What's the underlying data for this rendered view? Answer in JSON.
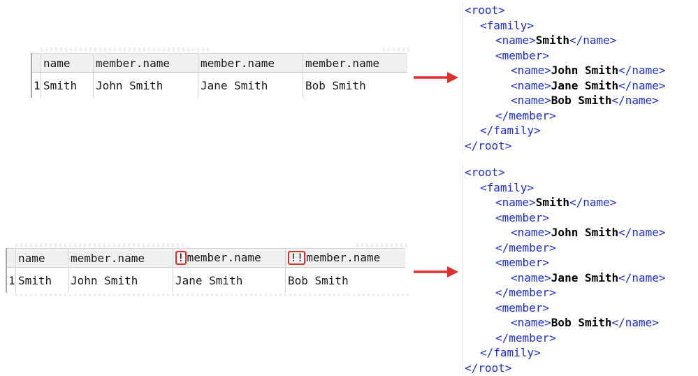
{
  "table1": {
    "headers": [
      "name",
      "member.name",
      "member.name",
      "member.name"
    ],
    "row_number": "1",
    "cells": [
      "Smith",
      "John Smith",
      "Jane Smith",
      "Bob Smith"
    ]
  },
  "table2": {
    "headers": [
      "name",
      "member.name",
      "member.name",
      "member.name"
    ],
    "header_markers": [
      "",
      "",
      "!",
      "!!"
    ],
    "row_number": "1",
    "cells": [
      "Smith",
      "John Smith",
      "Jane Smith",
      "Bob Smith"
    ]
  },
  "colors": {
    "arrow": "#d9322e",
    "tag": "#1e2fd6",
    "marker_box": "#d9322e"
  },
  "xml1": [
    {
      "indent": 0,
      "open": "<root>",
      "value": "",
      "close": ""
    },
    {
      "indent": 1,
      "open": "<family>",
      "value": "",
      "close": ""
    },
    {
      "indent": 2,
      "open": "<name>",
      "value": "Smith",
      "close": "</name>"
    },
    {
      "indent": 2,
      "open": "<member>",
      "value": "",
      "close": ""
    },
    {
      "indent": 3,
      "open": "<name>",
      "value": "John Smith",
      "close": "</name>"
    },
    {
      "indent": 3,
      "open": "<name>",
      "value": "Jane Smith",
      "close": "</name>"
    },
    {
      "indent": 3,
      "open": "<name>",
      "value": "Bob Smith",
      "close": "</name>"
    },
    {
      "indent": 2,
      "open": "</member>",
      "value": "",
      "close": ""
    },
    {
      "indent": 1,
      "open": "</family>",
      "value": "",
      "close": ""
    },
    {
      "indent": 0,
      "open": "</root>",
      "value": "",
      "close": ""
    }
  ],
  "xml2": [
    {
      "indent": 0,
      "open": "<root>",
      "value": "",
      "close": ""
    },
    {
      "indent": 1,
      "open": "<family>",
      "value": "",
      "close": ""
    },
    {
      "indent": 2,
      "open": "<name>",
      "value": "Smith",
      "close": "</name>"
    },
    {
      "indent": 2,
      "open": "<member>",
      "value": "",
      "close": ""
    },
    {
      "indent": 3,
      "open": "<name>",
      "value": "John Smith",
      "close": "</name>"
    },
    {
      "indent": 2,
      "open": "</member>",
      "value": "",
      "close": ""
    },
    {
      "indent": 2,
      "open": "<member>",
      "value": "",
      "close": ""
    },
    {
      "indent": 3,
      "open": "<name>",
      "value": "Jane Smith",
      "close": "</name>"
    },
    {
      "indent": 2,
      "open": "</member>",
      "value": "",
      "close": ""
    },
    {
      "indent": 2,
      "open": "<member>",
      "value": "",
      "close": ""
    },
    {
      "indent": 3,
      "open": "<name>",
      "value": "Bob Smith",
      "close": "</name>"
    },
    {
      "indent": 2,
      "open": "</member>",
      "value": "",
      "close": ""
    },
    {
      "indent": 1,
      "open": "</family>",
      "value": "",
      "close": ""
    },
    {
      "indent": 0,
      "open": "</root>",
      "value": "",
      "close": ""
    }
  ]
}
